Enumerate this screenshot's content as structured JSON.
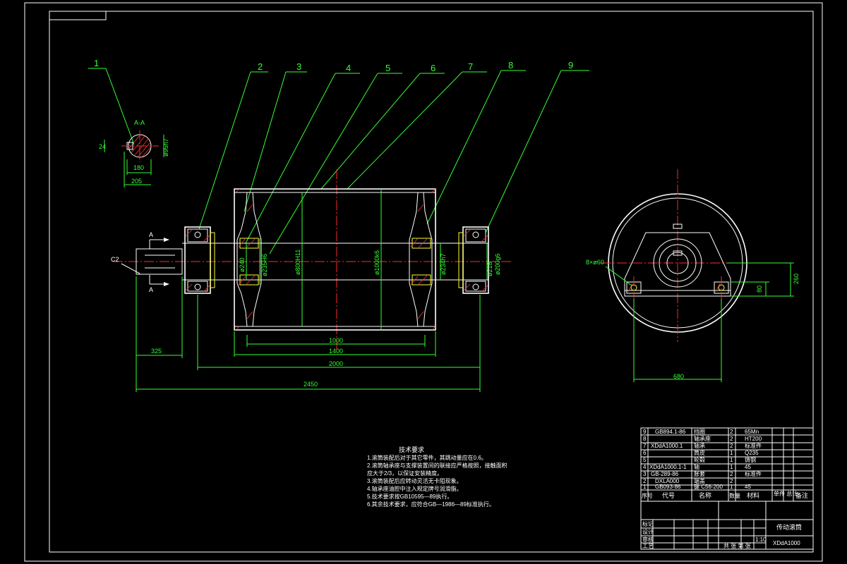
{
  "colors": {
    "background": "#000000",
    "outline": "#ffffff",
    "dimension": "#33ff33",
    "centerline": "#ff2a2a",
    "hatch": "#ff3333",
    "highlight": "#ffff33"
  },
  "balloons": [
    "1",
    "2",
    "3",
    "4",
    "5",
    "6",
    "7",
    "8",
    "9"
  ],
  "section": {
    "label": "A-A",
    "arrow_label": "A",
    "dim_keyway": "24",
    "dim_dia": "ø95h7",
    "dim_180": "180",
    "dim_205": "205"
  },
  "main_view": {
    "c2": "C2",
    "d_240": "ø240",
    "d_235": "ø235H6",
    "d_800": "ø800H11",
    "d_1000": "ø1000k6",
    "d_234": "ø234h7",
    "d_218": "ø218",
    "d_200": "ø200g6",
    "len_1000": "1000",
    "len_1400": "1400",
    "len_2000": "2000",
    "len_2450": "2450",
    "len_325": "325"
  },
  "side_view": {
    "bolt": "8×ø60",
    "h_260": "260",
    "h_80": "80",
    "w_680": "680"
  },
  "notes": {
    "title": "技术要求",
    "lines": [
      "1.滚筒装配后对于其它零件，其跳动量应在0.6。",
      "2.滚筒轴承座与支撑装置间的联接应严格按照，接触面积",
      "  应大于2/3，以保证安装精度。",
      "3.滚筒装配后应转动灵活无卡阻现象。",
      "4.轴承座油腔中注入规定牌号润滑脂。",
      "5.技术要求按GB10595—89执行。",
      "6.其余技术要求，应符合GB—1986—89标准执行。"
    ]
  },
  "bom": {
    "rows": [
      {
        "no": "9",
        "code": "GB894.1-86",
        "name": "挡圈",
        "qty": "2",
        "mat": "65Mn"
      },
      {
        "no": "8",
        "code": "",
        "name": "轴承座",
        "qty": "2",
        "mat": "HT200"
      },
      {
        "no": "7",
        "code": "XDdA1000.1",
        "name": "轴承",
        "qty": "2",
        "mat": "标准件"
      },
      {
        "no": "6",
        "code": "",
        "name": "筒皮",
        "qty": "1",
        "mat": "Q235"
      },
      {
        "no": "5",
        "code": "",
        "name": "轮毂",
        "qty": "1",
        "mat": "铸钢"
      },
      {
        "no": "4",
        "code": "XDdA1000.1-1",
        "name": "轴",
        "qty": "1",
        "mat": "45"
      },
      {
        "no": "3",
        "code": "GB-289-86",
        "name": "胀套",
        "qty": "2",
        "mat": "标准件"
      },
      {
        "no": "2",
        "code": "DXLA000",
        "name": "端盖",
        "qty": "2",
        "mat": ""
      },
      {
        "no": "1",
        "code": "GB093-86",
        "name": "键 C56-200",
        "qty": "1",
        "mat": "45"
      }
    ],
    "header": {
      "no": "序号",
      "code": "代号",
      "name": "名称",
      "qty": "数量",
      "mat": "材料",
      "weight": "单件 总计",
      "note": "备注"
    }
  },
  "title_block": {
    "drawing_name": "传动滚筒",
    "subtitle": "XDdA1000",
    "rows": [
      "标记",
      "设计",
      "审核",
      "工艺"
    ],
    "scale": "1:10",
    "sheet": "共 张 第 张"
  }
}
